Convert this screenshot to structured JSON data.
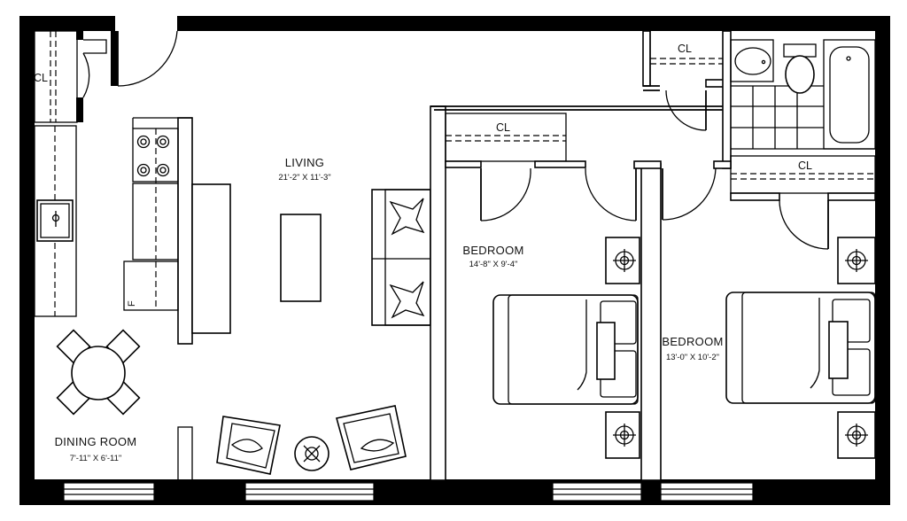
{
  "rooms": {
    "living": {
      "name": "LIVING",
      "dims": "21'-2\" X 11'-3\""
    },
    "bedroom_1": {
      "name": "BEDROOM",
      "dims": "14'-8\" X 9'-4\""
    },
    "bedroom_2": {
      "name": "BEDROOM",
      "dims": "13'-0\" X 10'-2\""
    },
    "dining": {
      "name": "DINING ROOM",
      "dims": "7'-11\" X 6'-11\""
    }
  },
  "closets": {
    "entry": "CL",
    "bath": "CL",
    "bedroom_1": "CL",
    "bedroom_2": "CL"
  },
  "fixtures": {
    "fridge_mark": "F"
  }
}
